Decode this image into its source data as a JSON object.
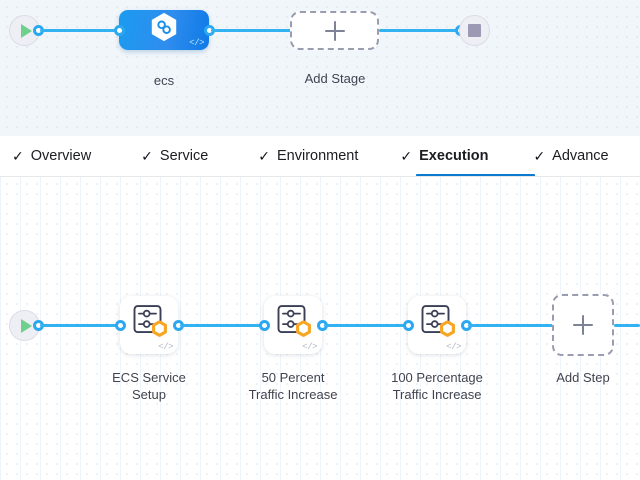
{
  "theme": {
    "accent_blue": "#0b7ad1",
    "wire_blue": "#33b2f2",
    "stage_blue": "#1b9bf0",
    "badge_orange": "#f5a623",
    "play_green": "#6fd08c",
    "stop_grey": "#9a9ab4",
    "canvas_top_bg": "#f1f6fb",
    "canvas_bottom_bg": "#ffffff",
    "text_dark": "#41434f"
  },
  "stage_canvas": {
    "start_node": {
      "icon": "play-icon",
      "title": "Start"
    },
    "stage": {
      "label": "ecs",
      "icon": "hexagon-chain-icon",
      "code_glyph": "</>"
    },
    "add_stage": {
      "label": "Add Stage",
      "icon": "plus-icon"
    },
    "end_node": {
      "icon": "stop-icon",
      "title": "End"
    }
  },
  "tabs": {
    "items": [
      {
        "label": "Overview",
        "check": "✓",
        "active": false
      },
      {
        "label": "Service",
        "check": "✓",
        "active": false
      },
      {
        "label": "Environment",
        "check": "✓",
        "active": false
      },
      {
        "label": "Execution",
        "check": "✓",
        "active": true
      },
      {
        "label": "Advance",
        "check": "✓",
        "active": false
      }
    ]
  },
  "step_canvas": {
    "start_node": {
      "icon": "play-icon",
      "title": "Start"
    },
    "steps": [
      {
        "label": "ECS Service\nSetup",
        "icon": "step-settings-icon",
        "badge": "hexagon-badge",
        "code_glyph": "</>"
      },
      {
        "label": "50 Percent\nTraffic Increase",
        "icon": "step-settings-icon",
        "badge": "hexagon-badge",
        "code_glyph": "</>"
      },
      {
        "label": "100 Percentage\nTraffic Increase",
        "icon": "step-settings-icon",
        "badge": "hexagon-badge",
        "code_glyph": "</>"
      }
    ],
    "add_step": {
      "label": "Add Step",
      "icon": "plus-icon"
    }
  }
}
